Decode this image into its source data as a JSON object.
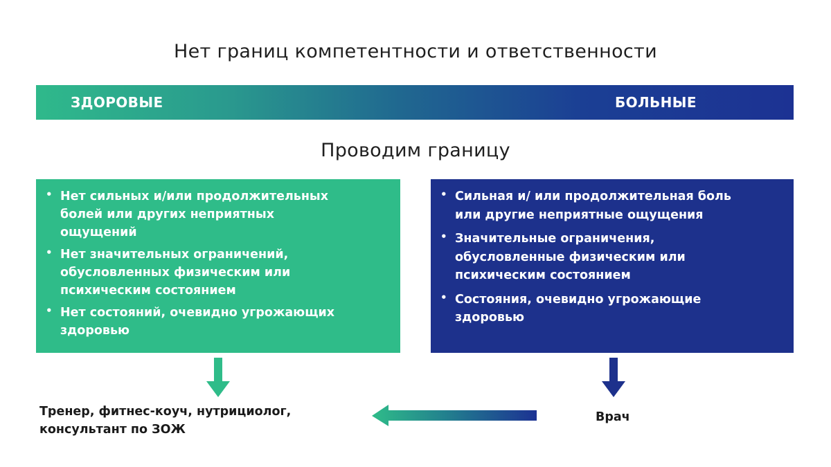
{
  "title_top": "Нет границ компетентности и ответственности",
  "bar": {
    "left_label": "ЗДОРОВЫЕ",
    "right_label": "БОЛЬНЫЕ"
  },
  "title_mid": "Проводим границу",
  "panel_green": {
    "items": [
      [
        "Нет сильных и/или продолжительных",
        "болей или других неприятных",
        "ощущений"
      ],
      [
        "Нет значительных ограничений,",
        "обусловленных физическим или",
        "психическим состоянием"
      ],
      [
        "Нет состояний, очевидно угрожающих",
        "здоровью"
      ]
    ]
  },
  "panel_blue": {
    "items": [
      [
        "Сильная и/ или продолжительная боль",
        "или другие неприятные ощущения"
      ],
      [
        "Значительные ограничения,",
        "обусловленные физическим или",
        "психическим состоянием"
      ],
      [
        "Состояния, очевидно угрожающие",
        "здоровью"
      ]
    ]
  },
  "bottom_left": [
    "Тренер, фитнес-коуч, нутрициолог,",
    "консультант по ЗОЖ"
  ],
  "bottom_right": "Врач",
  "colors": {
    "green": "#2fbc89",
    "blue": "#1d318c"
  }
}
